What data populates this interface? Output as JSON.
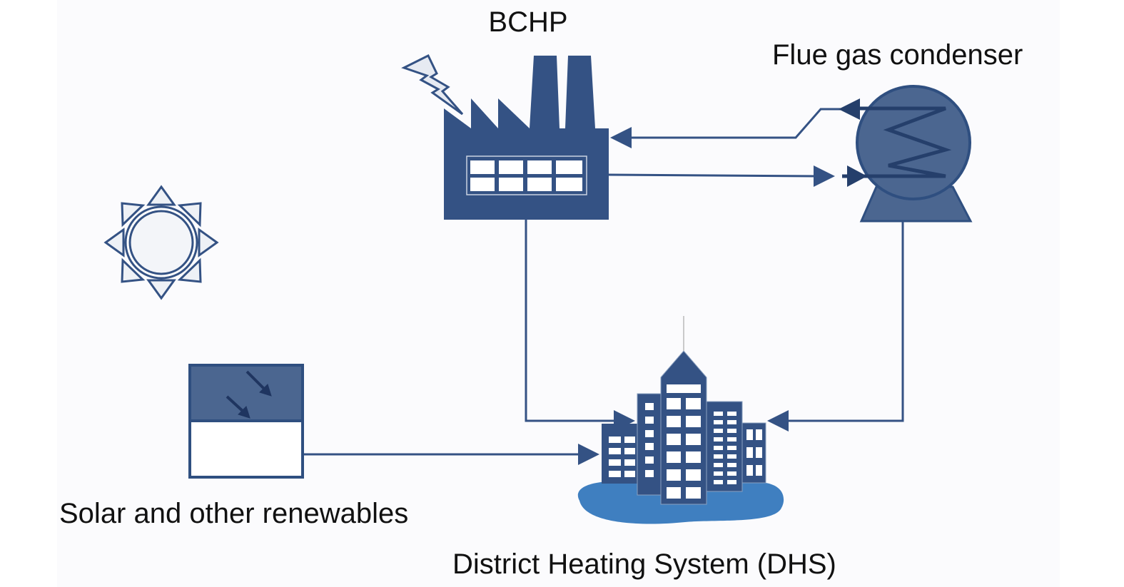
{
  "labels": {
    "bchp": "BCHP",
    "condenser": "Flue gas condenser",
    "solar": "Solar and other renewables",
    "dhs": "District Heating System (DHS)"
  },
  "colors": {
    "primary": "#345284",
    "condenser": "#4b6690",
    "water": "#3f7fc0",
    "line": "#2f4f80"
  },
  "icons": [
    "lightning-icon",
    "factory-icon",
    "condenser-icon",
    "sun-icon",
    "solar-panel-icon",
    "city-icon"
  ]
}
